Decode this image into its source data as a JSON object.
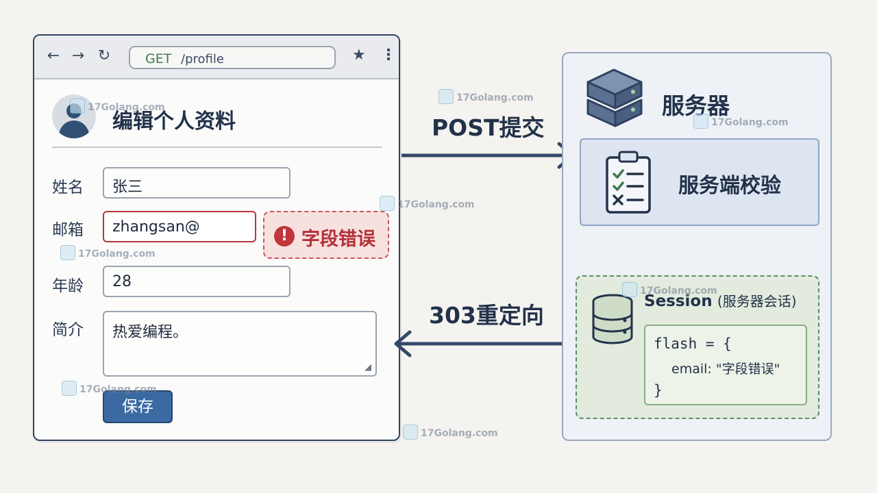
{
  "browser": {
    "url_method": "GET",
    "url_path": "/profile",
    "page_title": "编辑个人资料",
    "fields": {
      "name": {
        "label": "姓名",
        "value": "张三"
      },
      "email": {
        "label": "邮箱",
        "value": "zhangsan@"
      },
      "age": {
        "label": "年龄",
        "value": "28"
      },
      "bio": {
        "label": "简介",
        "value": "热爱编程。"
      }
    },
    "error_tag": "字段错误",
    "save_label": "保存"
  },
  "arrows": {
    "post_label": "POST提交",
    "redirect_label": "303重定向"
  },
  "server": {
    "title": "服务器",
    "validate_label": "服务端校验",
    "session_label_main": "Session",
    "session_label_sub": "(服务器会话)",
    "flash_lines": [
      "flash = {",
      "email:  \"字段错误\"",
      "}"
    ]
  },
  "watermark": "17Golang.com",
  "colors": {
    "accent": "#3b6aa3",
    "error": "#b8343c",
    "success_green": "#5c8e63",
    "ink": "#23324a"
  }
}
